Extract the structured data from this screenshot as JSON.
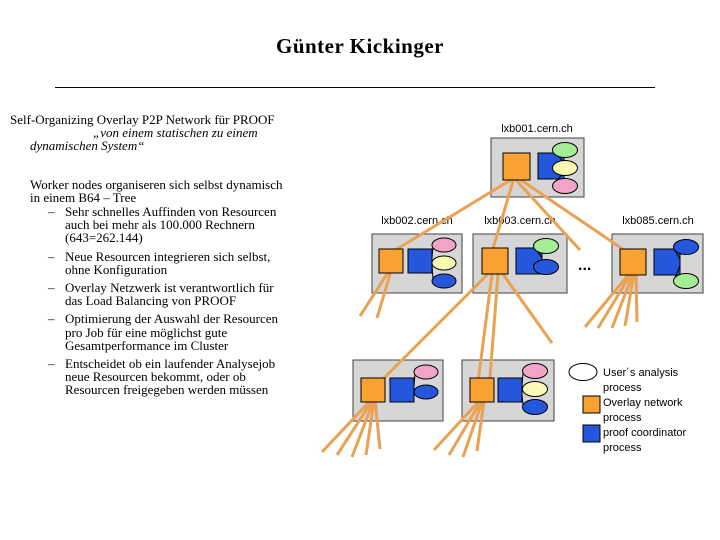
{
  "slide": {
    "title": "Günter Kickinger"
  },
  "left_panel": {
    "heading": "Self-Organizing Overlay P2P Network für PROOF",
    "quote_line1": "„von einem statischen zu einem",
    "quote_line2": "dynamischen System“",
    "intro_line1": "Worker nodes organiseren sich selbst dynamisch",
    "intro_line2": "in einem B64 – Tree",
    "bullet_marker": "–",
    "bullets": [
      {
        "lines": [
          "Sehr schnelles Auffinden von Resourcen",
          "auch bei mehr als 100.000 Rechnern",
          "(643=262.144)"
        ]
      },
      {
        "lines": [
          "Neue Resourcen integrieren sich selbst,",
          "ohne Konfiguration"
        ]
      },
      {
        "lines": [
          "Overlay Netzwerk ist verantwortlich für",
          "das Load Balancing von PROOF"
        ]
      },
      {
        "lines": [
          "Optimierung der Auswahl der Resourcen",
          "pro Job für eine möglichst gute",
          "Gesamtperformance im Cluster"
        ]
      },
      {
        "lines": [
          "Entscheidet ob ein laufender Analysejob",
          "neue Resourcen bekommt, oder ob",
          "Resourcen freigegeben werden müssen"
        ]
      }
    ]
  },
  "diagram": {
    "nodes": [
      {
        "label": "lxb001.cern.ch"
      },
      {
        "label": "lxb002.cern.ch"
      },
      {
        "label": "lxb003.cern.ch"
      },
      {
        "label": "lxb085.cern.ch"
      }
    ],
    "ellipsis": "...",
    "legend": {
      "items": [
        {
          "line1": "User´s analysis",
          "line2": "process"
        },
        {
          "line1": "Overlay network",
          "line2": "process"
        },
        {
          "line1": "proof coordinator",
          "line2": "process"
        }
      ]
    },
    "colors": {
      "overlay_network_square": "#f9a231",
      "proof_coordinator_square": "#2457db",
      "user_analysis_ellipse": "#ffffff",
      "connector_line": "#eba152",
      "node_box": "#d6d6d6",
      "ellipse_green": "#a5ec96",
      "ellipse_yellow": "#fafab4",
      "ellipse_pink": "#f2a3c8",
      "ellipse_blue": "#2457db"
    }
  }
}
